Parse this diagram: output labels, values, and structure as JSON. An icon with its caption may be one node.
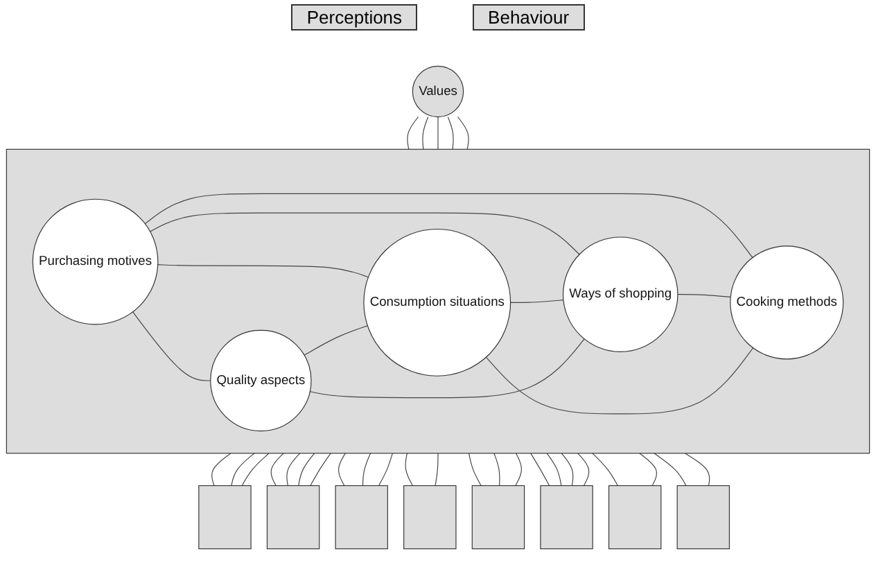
{
  "diagram": {
    "nodes": [
      {
        "text": [
          "Values"
        ]
      },
      {
        "text": [],
        "shape": "box"
      },
      {
        "text": [
          "Purchasing motives"
        ],
        "in": 1
      },
      {
        "text": [
          "Quality aspects"
        ],
        "in": 1
      },
      {
        "text": [
          "Consumption situations"
        ],
        "in": 1
      },
      {
        "text": [
          "Ways of shopping"
        ],
        "in": 1
      },
      {
        "text": [
          "Cooking methods"
        ],
        "in": 1
      },
      {
        "text": [],
        "shape": "box"
      },
      {
        "text": [],
        "shape": "box"
      },
      {
        "text": [],
        "shape": "box"
      },
      {
        "text": [],
        "shape": "box"
      },
      {
        "text": [],
        "shape": "box"
      },
      {
        "text": [],
        "shape": "box"
      },
      {
        "text": [],
        "shape": "box"
      },
      {
        "text": [],
        "shape": "box"
      }
    ],
    "edges": [
      {
        "from": 0,
        "to": 1,
        "arrow": "none"
      },
      {
        "from": 0,
        "to": 1,
        "arrow": "none"
      },
      {
        "from": 0,
        "to": 1,
        "arrow": "none"
      },
      {
        "from": 0,
        "to": 1,
        "arrow": "none"
      },
      {
        "from": 0,
        "to": 1,
        "arrow": "none"
      },
      {
        "from": 2,
        "to": 3,
        "arrow": "none"
      },
      {
        "from": 2,
        "to": 4,
        "arrow": "none"
      },
      {
        "from": 2,
        "to": 5,
        "arrow": "none"
      },
      {
        "from": 2,
        "to": 6,
        "arrow": "none"
      },
      {
        "from": 3,
        "to": 4,
        "arrow": "none"
      },
      {
        "from": 4,
        "to": 5,
        "arrow": "none"
      },
      {
        "from": 5,
        "to": 6,
        "arrow": "none"
      },
      {
        "from": 3,
        "to": 5,
        "arrow": "none"
      },
      {
        "from": 4,
        "to": 6,
        "arrow": "none"
      },
      {
        "from": 1,
        "to": 7,
        "arrow": "none"
      },
      {
        "from": 1,
        "to": 7,
        "arrow": "none"
      },
      {
        "from": 1,
        "to": 7,
        "arrow": "none"
      },
      {
        "from": 1,
        "to": 8,
        "arrow": "none"
      },
      {
        "from": 1,
        "to": 8,
        "arrow": "none"
      },
      {
        "from": 1,
        "to": 8,
        "arrow": "none"
      },
      {
        "from": 1,
        "to": 8,
        "arrow": "none"
      },
      {
        "from": 1,
        "to": 9,
        "arrow": "none"
      },
      {
        "from": 1,
        "to": 9,
        "arrow": "none"
      },
      {
        "from": 1,
        "to": 9,
        "arrow": "none"
      },
      {
        "from": 1,
        "to": 10,
        "arrow": "none"
      },
      {
        "from": 1,
        "to": 10,
        "arrow": "none"
      },
      {
        "from": 1,
        "to": 11,
        "arrow": "none"
      },
      {
        "from": 1,
        "to": 11,
        "arrow": "none"
      },
      {
        "from": 1,
        "to": 11,
        "arrow": "none"
      },
      {
        "from": 1,
        "to": 12,
        "arrow": "none"
      },
      {
        "from": 1,
        "to": 12,
        "arrow": "none"
      },
      {
        "from": 1,
        "to": 12,
        "arrow": "none"
      },
      {
        "from": 1,
        "to": 12,
        "arrow": "none"
      },
      {
        "from": 1,
        "to": 13,
        "arrow": "none"
      },
      {
        "from": 1,
        "to": 13,
        "arrow": "none"
      },
      {
        "from": 1,
        "to": 14,
        "arrow": "none"
      },
      {
        "from": 1,
        "to": 14,
        "arrow": "none"
      }
    ],
    "labels": [
      "Perceptions",
      "Behaviour"
    ]
  }
}
